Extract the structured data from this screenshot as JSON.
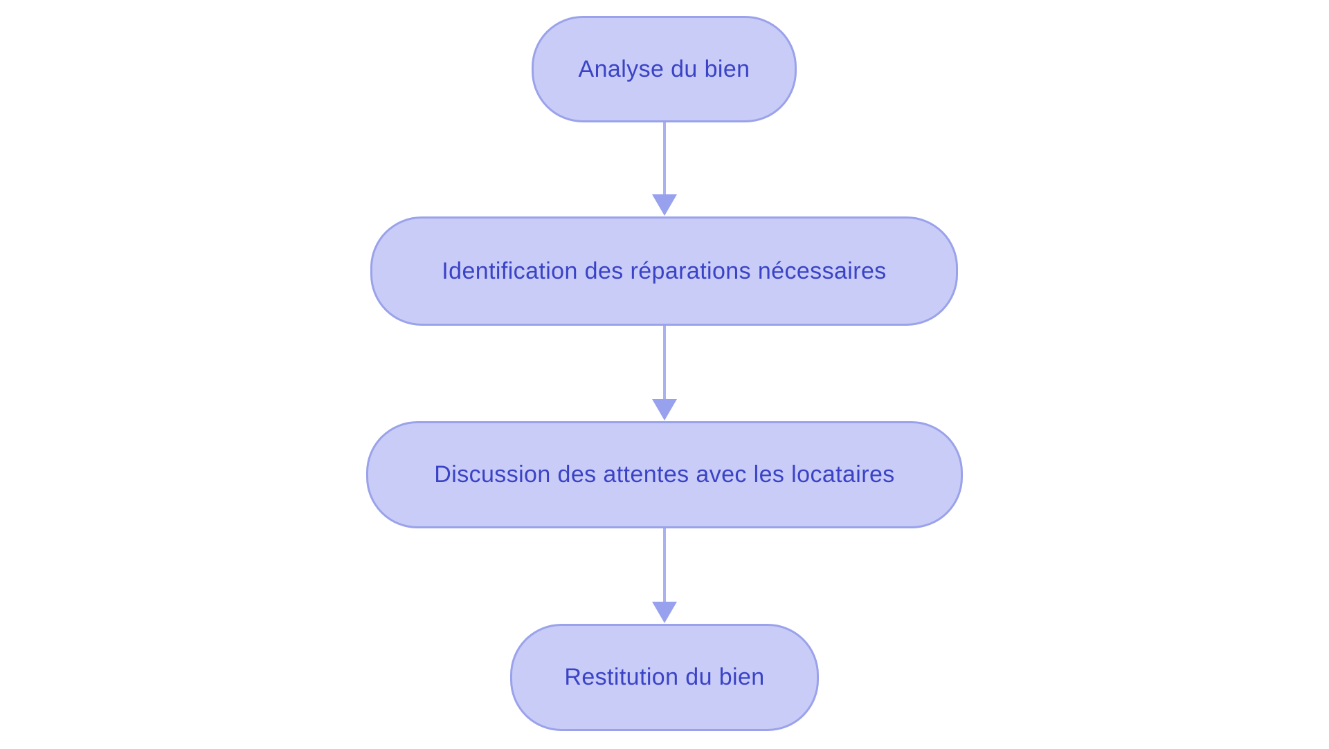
{
  "flowchart": {
    "type": "flowchart",
    "direction": "top-down",
    "nodes": [
      {
        "id": "analyse-du-bien",
        "label": "Analyse du bien"
      },
      {
        "id": "identification-reparations",
        "label": "Identification des réparations nécessaires"
      },
      {
        "id": "discussion-attentes",
        "label": "Discussion des attentes avec les locataires"
      },
      {
        "id": "restitution-du-bien",
        "label": "Restitution du bien"
      }
    ],
    "edges": [
      {
        "from": "analyse-du-bien",
        "to": "identification-reparations"
      },
      {
        "from": "identification-reparations",
        "to": "discussion-attentes"
      },
      {
        "from": "discussion-attentes",
        "to": "restitution-du-bien"
      }
    ],
    "colors": {
      "background": "#ffffff",
      "node_fill": "#c9ccf6",
      "node_border": "#9aa2eb",
      "node_text": "#3a43c6",
      "arrow_line": "#a9b1f1",
      "arrow_head": "#98a1ee"
    }
  }
}
